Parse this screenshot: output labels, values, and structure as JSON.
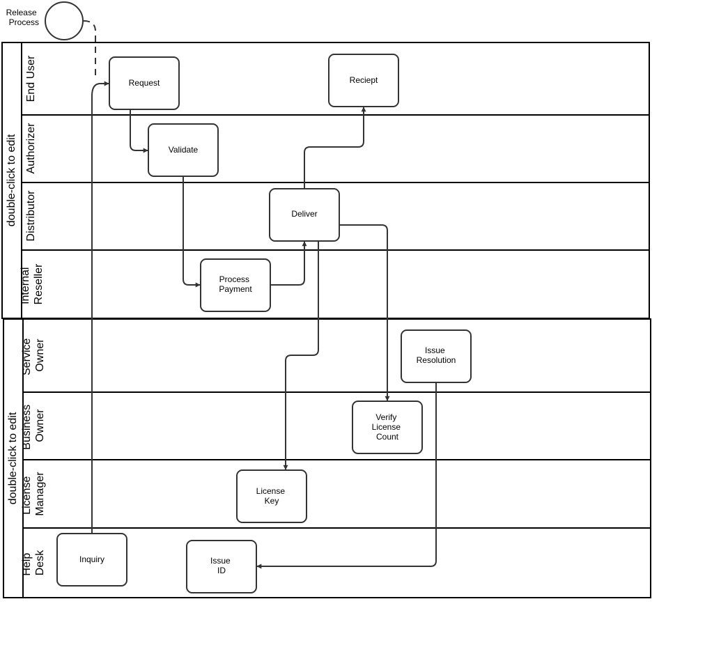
{
  "start_event": {
    "label": [
      "Release",
      "Process"
    ]
  },
  "pools": [
    {
      "label": "double-click to edit",
      "lanes": [
        {
          "id": "end-user",
          "label": [
            "End User"
          ]
        },
        {
          "id": "authorizer",
          "label": [
            "Authorizer"
          ]
        },
        {
          "id": "distributor",
          "label": [
            "Distributor"
          ]
        },
        {
          "id": "internal-reseller",
          "label": [
            "Internal",
            "Reseller"
          ]
        }
      ]
    },
    {
      "label": "double-click to edit",
      "lanes": [
        {
          "id": "service-owner",
          "label": [
            "Service",
            "Owner"
          ]
        },
        {
          "id": "business-owner",
          "label": [
            "Business",
            "Owner"
          ]
        },
        {
          "id": "license-manager",
          "label": [
            "License",
            "Manager"
          ]
        },
        {
          "id": "help-desk",
          "label": [
            "Help",
            "Desk"
          ]
        }
      ]
    }
  ],
  "tasks": [
    {
      "id": "request",
      "label": [
        "Request"
      ]
    },
    {
      "id": "reciept",
      "label": [
        "Reciept"
      ]
    },
    {
      "id": "validate",
      "label": [
        "Validate"
      ]
    },
    {
      "id": "deliver",
      "label": [
        "Deliver"
      ]
    },
    {
      "id": "process-payment",
      "label": [
        "Process",
        "Payment"
      ]
    },
    {
      "id": "issue-resolution",
      "label": [
        "Issue",
        "Resolution"
      ]
    },
    {
      "id": "verify-license-count",
      "label": [
        "Verify",
        "License",
        "Count"
      ]
    },
    {
      "id": "license-key",
      "label": [
        "License",
        "Key"
      ]
    },
    {
      "id": "inquiry",
      "label": [
        "Inquiry"
      ]
    },
    {
      "id": "issue-id",
      "label": [
        "Issue",
        "ID"
      ]
    }
  ]
}
